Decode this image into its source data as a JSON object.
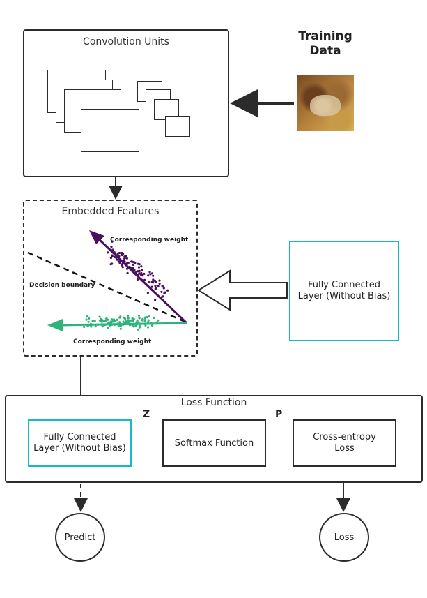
{
  "training": {
    "title": "Training\nData"
  },
  "conv": {
    "title": "Convolution Units"
  },
  "embedded": {
    "title": "Embedded Features",
    "weight_top": "Corresponding weight",
    "weight_bottom": "Corresponding weight",
    "decision_boundary": "Decision boundary"
  },
  "fc_right": {
    "label": "Fully Connected\nLayer (Without Bias)"
  },
  "loss_function": {
    "title": "Loss Function",
    "fc_label": "Fully Connected\nLayer (Without Bias)",
    "softmax_label": "Softmax Function",
    "ce_label": "Cross-entropy\nLoss",
    "z_label": "Z",
    "p_label": "P"
  },
  "outputs": {
    "predict": "Predict",
    "loss": "Loss"
  },
  "colors": {
    "purple": "#4a0f5e",
    "green": "#2fb37a",
    "teal": "#19b9c4",
    "line": "#2b2b2b"
  }
}
